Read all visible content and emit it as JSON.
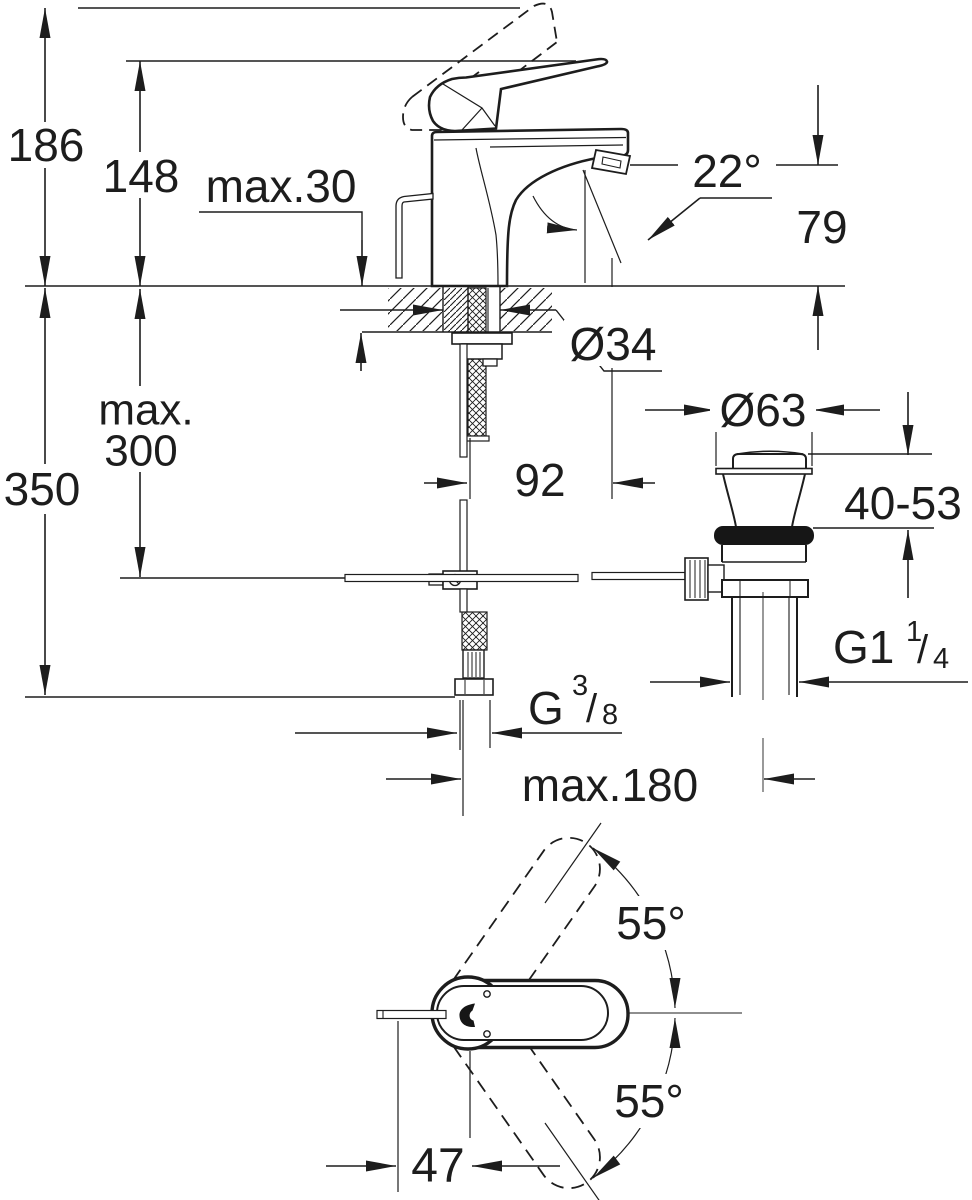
{
  "figure": {
    "kind": "faucet installation dimension drawing",
    "ink_color": "#1d1d1d",
    "background_color": "#ffffff"
  },
  "dims": {
    "total_height": "186",
    "lever_height": "148",
    "deck_max_thickness": "max.30",
    "aerator_angle": "22°",
    "spout_height": "79",
    "hose_length": "350",
    "rod_max_line1": "max.",
    "rod_max_line2": "300",
    "hole_diameter": "Ø34",
    "spout_reach": "92",
    "waste_flange_diameter": "Ø63",
    "waste_adjust_range": "40-53",
    "waste_thread_base": "G1",
    "waste_thread_num": "1",
    "waste_thread_slash": "/",
    "waste_thread_den": "4",
    "supply_thread_base": "G",
    "supply_thread_num": "3",
    "supply_thread_slash": "/",
    "supply_thread_den": "8",
    "hose_reach_max": "max.180",
    "swivel_angle_top": "55°",
    "swivel_angle_bottom": "55°",
    "handle_offset": "47"
  }
}
